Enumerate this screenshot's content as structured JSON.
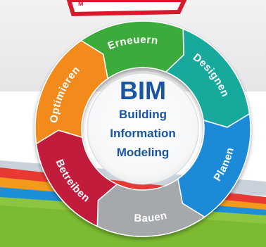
{
  "badge": {
    "text": "M"
  },
  "center": {
    "title": "BIM",
    "line1": "Building",
    "line2": "Information",
    "line3": "Modeling"
  },
  "cycle": {
    "segments": [
      {
        "label": "Erneuern",
        "color": "#3cab3a"
      },
      {
        "label": "Designen",
        "color": "#12a99c"
      },
      {
        "label": "Planen",
        "color": "#1c8ad6"
      },
      {
        "label": "Bauen",
        "color": "#a6a9ab"
      },
      {
        "label": "Betreiben",
        "color": "#c11e3a"
      },
      {
        "label": "Optimieren",
        "color": "#f28a1a"
      }
    ]
  },
  "colors": {
    "accent_blue": "#1a55a3",
    "badge_red": "#d7192b",
    "top_band": "#eeeeef"
  }
}
